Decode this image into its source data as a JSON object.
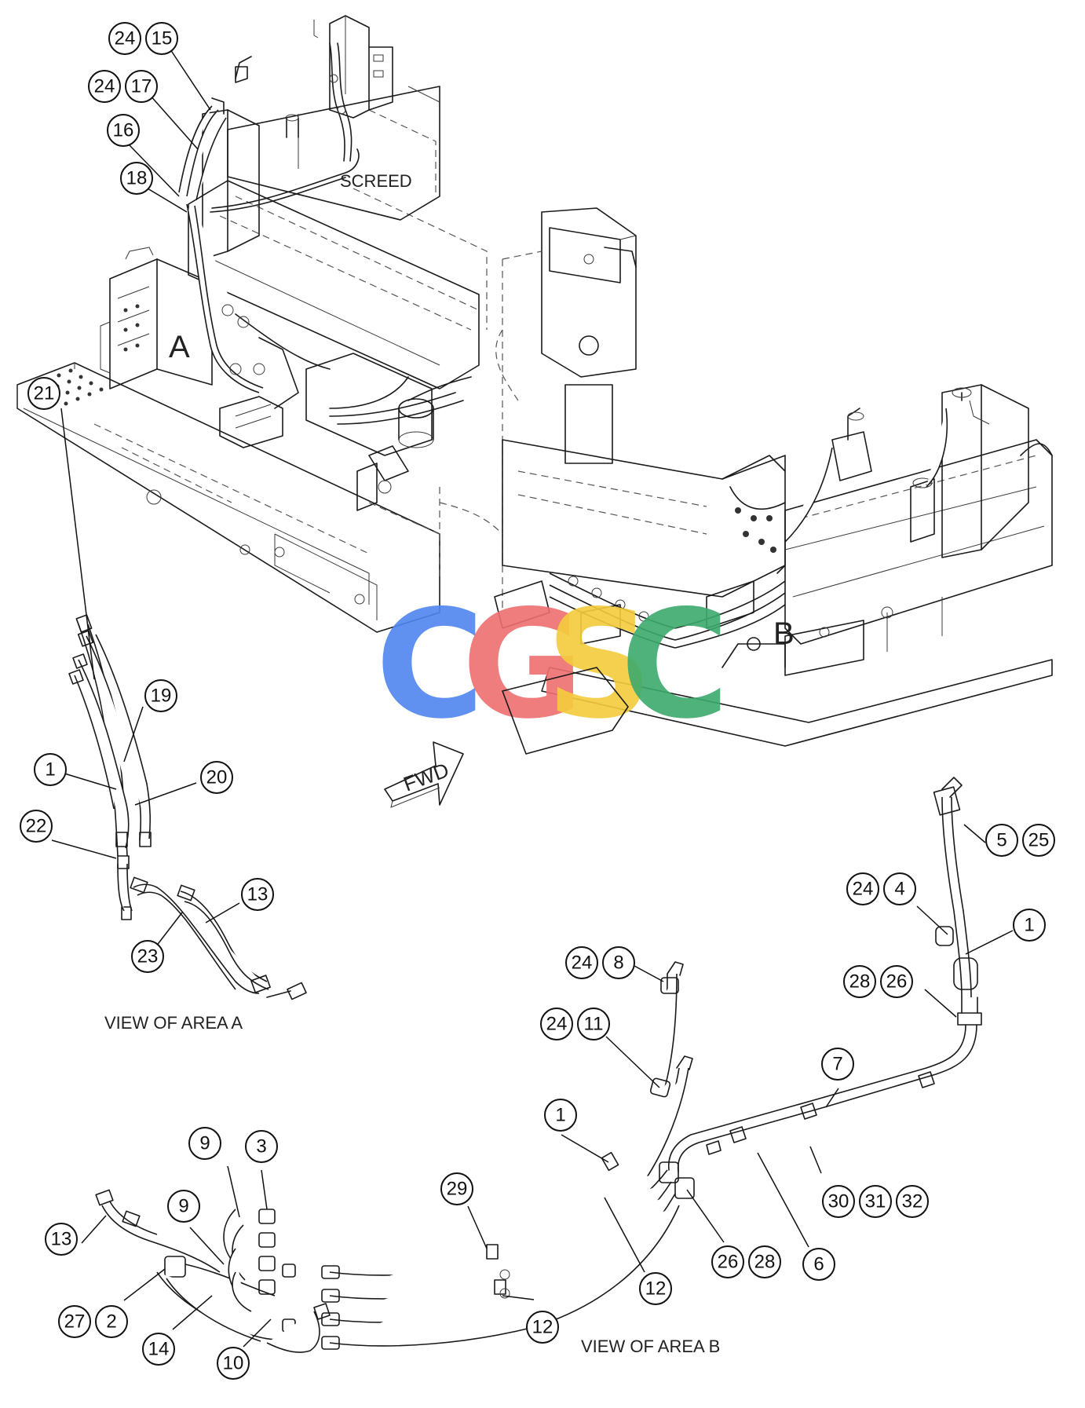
{
  "labels": {
    "screed": "SCREED",
    "area_a": "A",
    "area_b": "B",
    "fwd": "FWD",
    "view_a": "VIEW OF AREA  A",
    "view_b": "VIEW OF AREA  B"
  },
  "watermark": {
    "letters": [
      "C",
      "G",
      "S",
      "C"
    ],
    "colors": [
      "#4f86f0",
      "#ee6f6f",
      "#f5cc3d",
      "#3daa6c"
    ]
  },
  "callouts": {
    "c24a": "24",
    "c15": "15",
    "c24b": "24",
    "c17": "17",
    "c16": "16",
    "c18": "18",
    "c19": "19",
    "c21": "21",
    "c1a": "1",
    "c20": "20",
    "c22": "22",
    "c13a": "13",
    "c23": "23",
    "c5": "5",
    "c25": "25",
    "c24c": "24",
    "c4": "4",
    "c1b": "1",
    "c28a": "28",
    "c26a": "26",
    "c24d": "24",
    "c8": "8",
    "c24e": "24",
    "c11": "11",
    "c7": "7",
    "c1c": "1",
    "c9a": "9",
    "c3": "3",
    "c9b": "9",
    "c29": "29",
    "c30": "30",
    "c31": "31",
    "c32": "32",
    "c26b": "26",
    "c28b": "28",
    "c6": "6",
    "c12a": "12",
    "c13b": "13",
    "c27": "27",
    "c2": "2",
    "c14": "14",
    "c10": "10",
    "c12b": "12"
  },
  "colors": {
    "line": "#1a1a1a",
    "background": "#ffffff"
  }
}
